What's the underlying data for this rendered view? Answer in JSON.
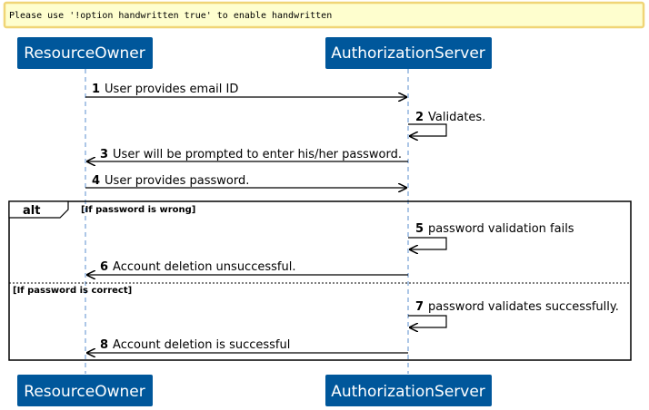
{
  "note": {
    "text": "Please use '!option handwritten true' to enable handwritten"
  },
  "colors": {
    "note_fill": "#FEFECE",
    "note_border": "#F0D576",
    "actor_fill": "#00579B",
    "actor_text": "#FFFFFF",
    "lifeline": "#5B8FCF",
    "arrow": "#000000"
  },
  "participants": [
    {
      "id": "ro",
      "label": "ResourceOwner"
    },
    {
      "id": "as",
      "label": "AuthorizationServer"
    }
  ],
  "messages": [
    {
      "num": "1",
      "text": "User provides email ID"
    },
    {
      "num": "2",
      "text": "Validates."
    },
    {
      "num": "3",
      "text": "User will be prompted to enter his/her password."
    },
    {
      "num": "4",
      "text": "User provides password."
    },
    {
      "num": "5",
      "text": "password validation fails"
    },
    {
      "num": "6",
      "text": "Account deletion unsuccessful."
    },
    {
      "num": "7",
      "text": "password validates successfully."
    },
    {
      "num": "8",
      "text": "Account deletion is successful"
    }
  ],
  "alt_fragment": {
    "label": "alt",
    "guard_1": "[If password is wrong]",
    "guard_2": "[If password is correct]"
  }
}
